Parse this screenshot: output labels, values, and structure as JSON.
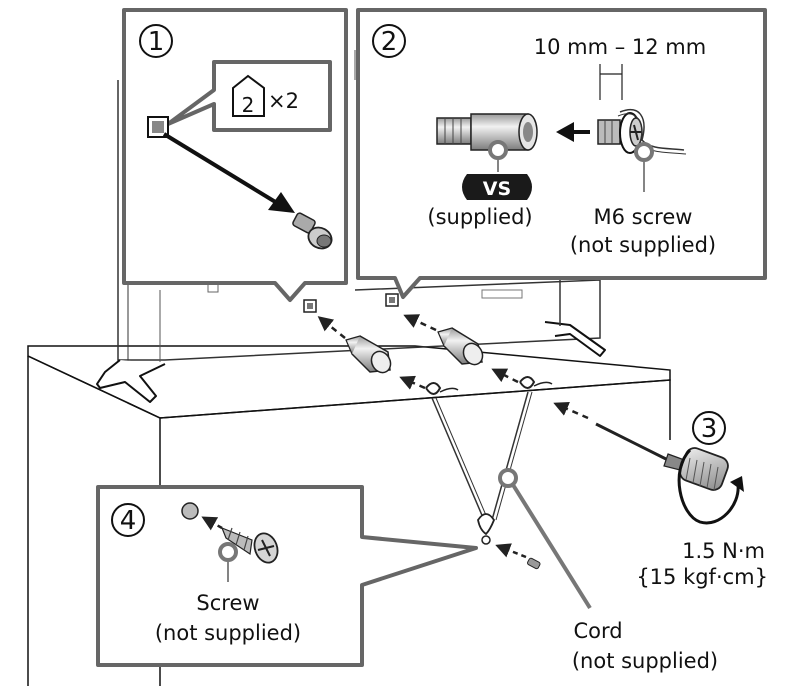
{
  "steps": {
    "step1": {
      "number": "1",
      "callout_icon": "2",
      "callout_qty": "×2"
    },
    "step2": {
      "number": "2",
      "dimension": "10 mm – 12 mm",
      "badge": "VS",
      "supplied_label": "(supplied)",
      "screw_label": "M6 screw",
      "screw_note": "(not supplied)"
    },
    "step3": {
      "number": "3",
      "torque": "1.5 N·m",
      "torque_alt": "{15 kgf·cm}"
    },
    "step4": {
      "number": "4",
      "screw_label": "Screw",
      "screw_note": "(not supplied)"
    }
  },
  "cord": {
    "label": "Cord",
    "note": "(not supplied)"
  },
  "icons": [
    "house-shaped-part-icon",
    "arrow-icon",
    "rotate-arrow-icon",
    "screwdriver-icon",
    "screw-icon",
    "bracket-icon"
  ],
  "colors": {
    "line": "#111111",
    "panel_border": "#555555",
    "fill_gray": "#bdbdbd",
    "dark_gray": "#777777",
    "arrow_gray": "#444444"
  }
}
